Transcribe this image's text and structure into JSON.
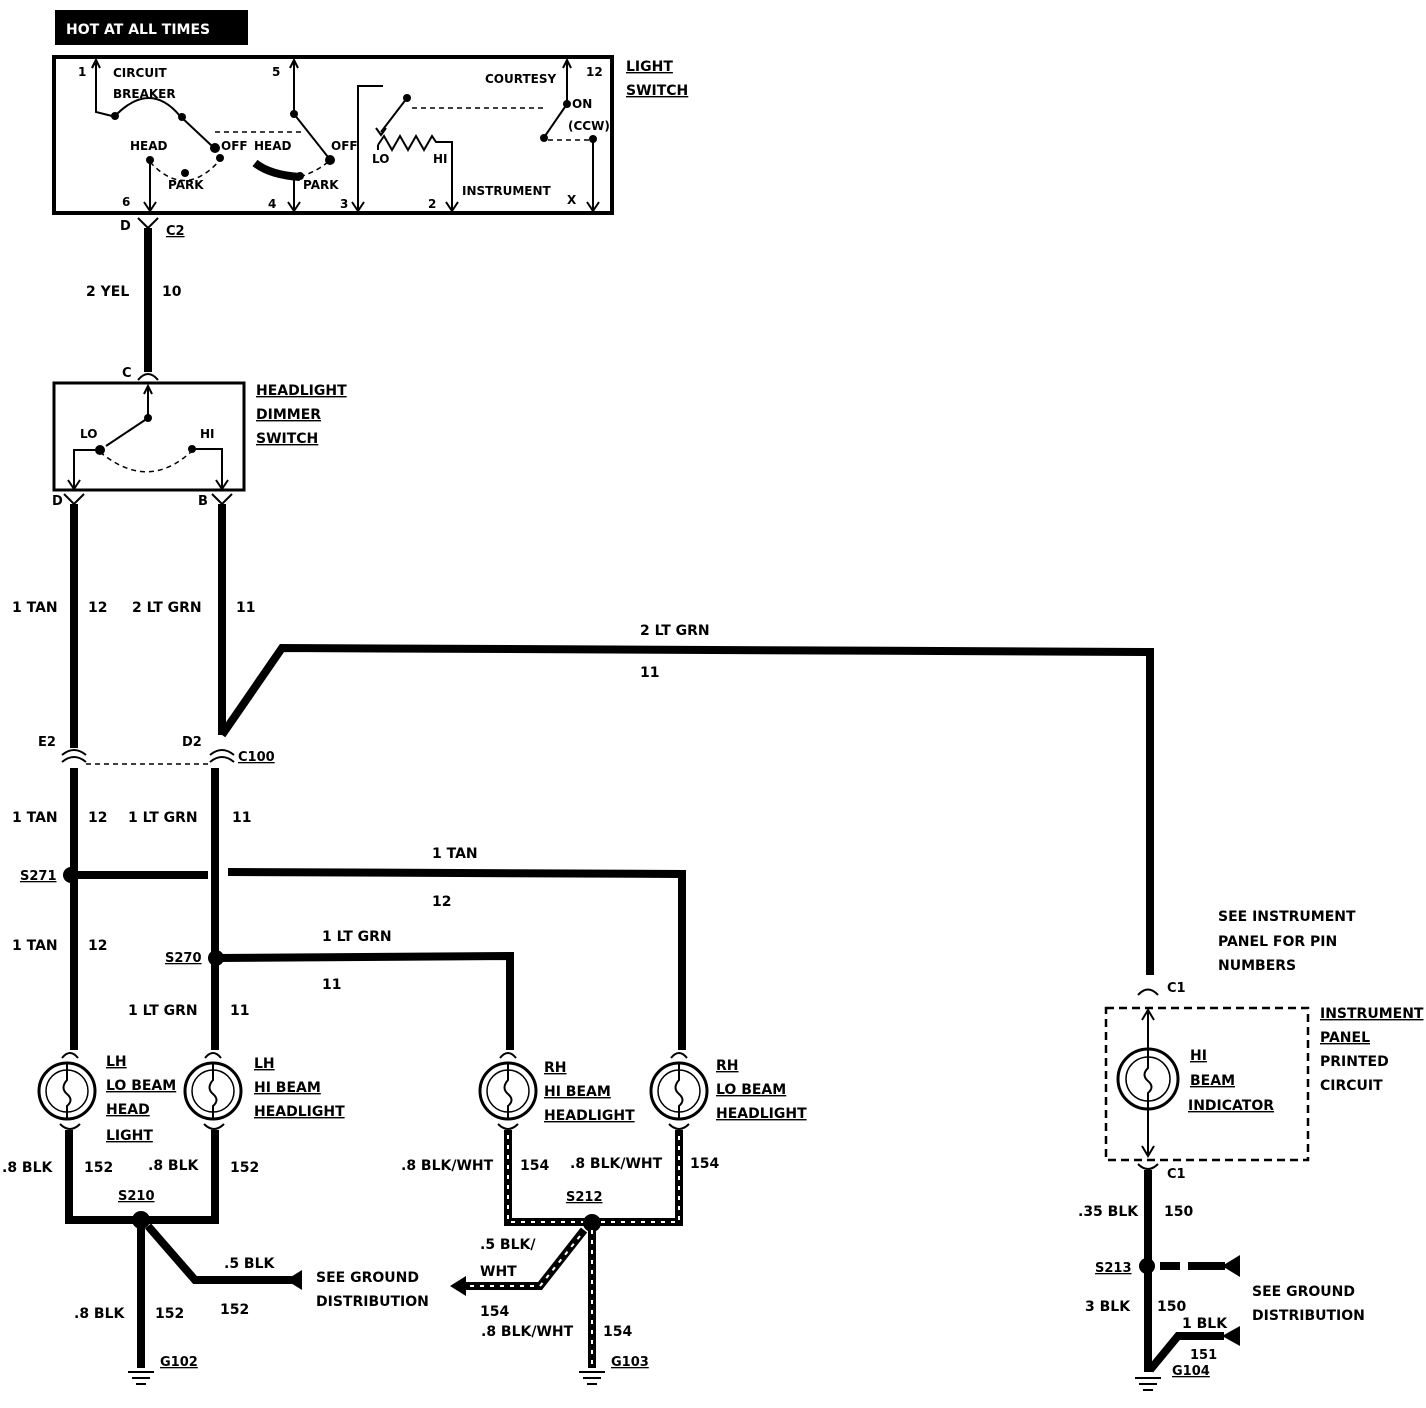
{
  "header": {
    "hot_label": "HOT AT ALL TIMES"
  },
  "light_switch": {
    "title_1": "LIGHT",
    "title_2": "SWITCH",
    "circuit_breaker_1": "CIRCUIT",
    "circuit_breaker_2": "BREAKER",
    "head_a": "HEAD",
    "off_a": "OFF",
    "park_a": "PARK",
    "head_b": "HEAD",
    "off_b": "OFF",
    "park_b": "PARK",
    "lo": "LO",
    "hi": "HI",
    "instrument": "INSTRUMENT",
    "courtesy": "COURTESY",
    "on": "ON",
    "ccw": "(CCW)",
    "pin_1": "1",
    "pin_5": "5",
    "pin_12": "12",
    "pin_6": "6",
    "pin_4": "4",
    "pin_3": "3",
    "pin_2": "2",
    "pin_x": "X"
  },
  "connectors": {
    "d_top": "D",
    "c2": "C2",
    "c_dimmer": "C",
    "d_dimmer": "D",
    "b_dimmer": "B",
    "e2": "E2",
    "d2": "D2",
    "c100": "C100",
    "c1_top": "C1",
    "c1_bottom": "C1"
  },
  "dimmer_switch": {
    "title_1": "HEADLIGHT",
    "title_2": "DIMMER",
    "title_3": "SWITCH",
    "lo": "LO",
    "hi": "HI"
  },
  "wires": {
    "w10_color": "2 YEL",
    "w10_num": "10",
    "w12a_color": "1 TAN",
    "w12a_num": "12",
    "w11a_color": "2 LT GRN",
    "w11a_num": "11",
    "w11top_color": "2 LT GRN",
    "w11top_num": "11",
    "w12b_color": "1 TAN",
    "w12b_num": "12",
    "w11b_color": "1 LT GRN",
    "w11b_num": "11",
    "w12c_color": "1 TAN",
    "w12c_num": "12",
    "w12d_color": "1 TAN",
    "w12d_num": "12",
    "w11c_color": "1 LT GRN",
    "w11c_num": "11",
    "w11d_color": "1 LT GRN",
    "w11d_num": "11",
    "w152a_color": ".8 BLK",
    "w152a_num": "152",
    "w152b_color": ".8 BLK",
    "w152b_num": "152",
    "w152c_color": ".5 BLK",
    "w152c_num": "152",
    "w152d_color": ".8 BLK",
    "w152d_num": "152",
    "w154a_color": ".8 BLK/WHT",
    "w154a_num": "154",
    "w154b_color": ".8 BLK/WHT",
    "w154b_num": "154",
    "w154c_color_1": ".5 BLK/",
    "w154c_color_2": "WHT",
    "w154c_num": "154",
    "w154d_color": ".8 BLK/WHT",
    "w154d_num": "154",
    "w150a_color": ".35 BLK",
    "w150a_num": "150",
    "w150b_color": "3 BLK",
    "w150b_num": "150",
    "w151_color": "1 BLK",
    "w151_num": "151"
  },
  "splices": {
    "s271": "S271",
    "s270": "S270",
    "s210": "S210",
    "s212": "S212",
    "s213": "S213"
  },
  "grounds": {
    "g102": "G102",
    "g103": "G103",
    "g104": "G104",
    "see_ground_a_1": "SEE GROUND",
    "see_ground_a_2": "DISTRIBUTION",
    "see_ground_b_1": "SEE GROUND",
    "see_ground_b_2": "DISTRIBUTION"
  },
  "lamps": {
    "lh_lo_1": "LH",
    "lh_lo_2": "LO BEAM",
    "lh_lo_3": "HEAD",
    "lh_lo_4": "LIGHT",
    "lh_hi_1": "LH",
    "lh_hi_2": "HI BEAM",
    "lh_hi_3": "HEADLIGHT",
    "rh_hi_1": "RH",
    "rh_hi_2": "HI BEAM",
    "rh_hi_3": "HEADLIGHT",
    "rh_lo_1": "RH",
    "rh_lo_2": "LO BEAM",
    "rh_lo_3": "HEADLIGHT",
    "hi_ind_1": "HI",
    "hi_ind_2": "BEAM",
    "hi_ind_3": "INDICATOR"
  },
  "instrument_panel": {
    "note_1": "SEE INSTRUMENT",
    "note_2": "PANEL FOR PIN",
    "note_3": "NUMBERS",
    "title_1": "INSTRUMENT",
    "title_2": "PANEL",
    "title_3": "PRINTED",
    "title_4": "CIRCUIT"
  }
}
